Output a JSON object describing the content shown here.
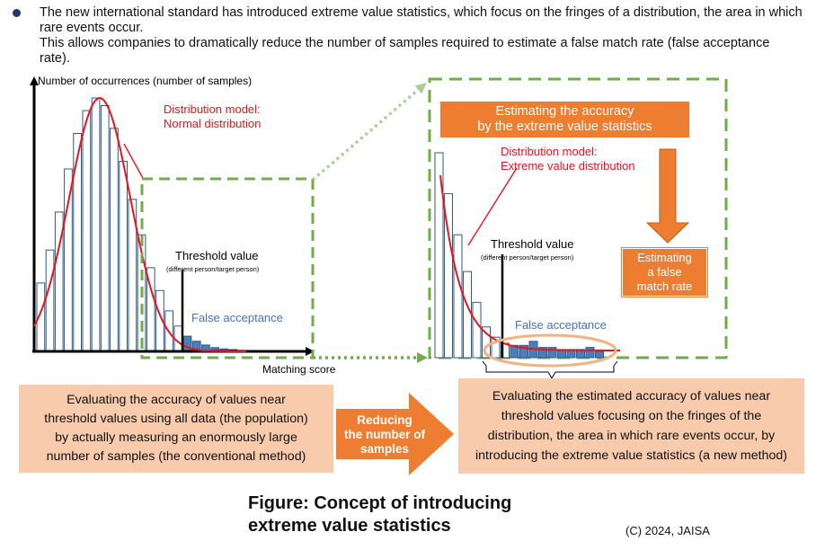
{
  "intro": {
    "line1": "The new international standard has introduced extreme value statistics, which focus on the fringes of a distribution, the area in which rare events occur.",
    "line2": "This allows companies to dramatically reduce the number of samples required to estimate a false match rate (false acceptance rate)."
  },
  "left_chart": {
    "y_axis_label": "Number of occurrences (number of samples)",
    "x_axis_label": "Matching score",
    "model_label": "Distribution model:\nNormal distribution",
    "threshold_label": "Threshold value",
    "threshold_sub": "(different person/target person)",
    "false_acceptance": "False acceptance"
  },
  "right_chart": {
    "accuracy_title": "Estimating the accuracy\nby the extreme value statistics",
    "model_label": "Distribution model:\nExtreme value distribution",
    "threshold_label": "Threshold value",
    "threshold_sub": "(different person/target person)",
    "false_acceptance": "False acceptance",
    "false_rate_box": "Estimating\na false\nmatch rate"
  },
  "conventional_box": "Evaluating the accuracy of values near\nthreshold values using all data (the population)\nby actually measuring an enormously large\nnumber of samples (the conventional method)",
  "reduce_arrow": "Reducing\nthe number of\nsamples",
  "new_method_box": "Evaluating the estimated accuracy of values near\nthreshold values focusing on the fringes of the\ndistribution, the area in which rare events occur, by\nintroducing the extreme value statistics (a new method)",
  "caption": "Figure: Concept of introducing\nextreme value statistics",
  "copyright": "(C) 2024, JAISA",
  "colors": {
    "bar_outline": "#2e5a88",
    "bar_highlight": "#4a7ebb",
    "curve": "#e8141c",
    "dashed_green": "#70ad47",
    "orange": "#ed7d31",
    "box_fill": "#f8cbad",
    "false_text": "#4472c4"
  },
  "chart_data": [
    {
      "type": "bar",
      "title": "",
      "ylabel": "Number of occurrences (number of samples)",
      "xlabel": "Matching score",
      "bar_heights_relative": [
        0.27,
        0.4,
        0.55,
        0.72,
        0.86,
        0.95,
        1.0,
        0.97,
        0.88,
        0.75,
        0.6,
        0.46,
        0.33,
        0.24,
        0.16,
        0.1,
        0.06,
        0.04,
        0.025,
        0.015,
        0.01,
        0.007,
        0.004,
        0.002
      ],
      "model": "Normal distribution",
      "threshold_fraction": 0.53
    },
    {
      "type": "bar",
      "title": "",
      "bar_heights_relative": [
        1.0,
        0.8,
        0.6,
        0.42,
        0.27,
        0.15,
        0.1,
        0.07,
        0.06,
        0.06,
        0.08,
        0.05,
        0.05,
        0.04,
        0.04,
        0.04,
        0.05,
        0.03
      ],
      "model": "Extreme value distribution",
      "threshold_fraction": 0.32
    }
  ]
}
